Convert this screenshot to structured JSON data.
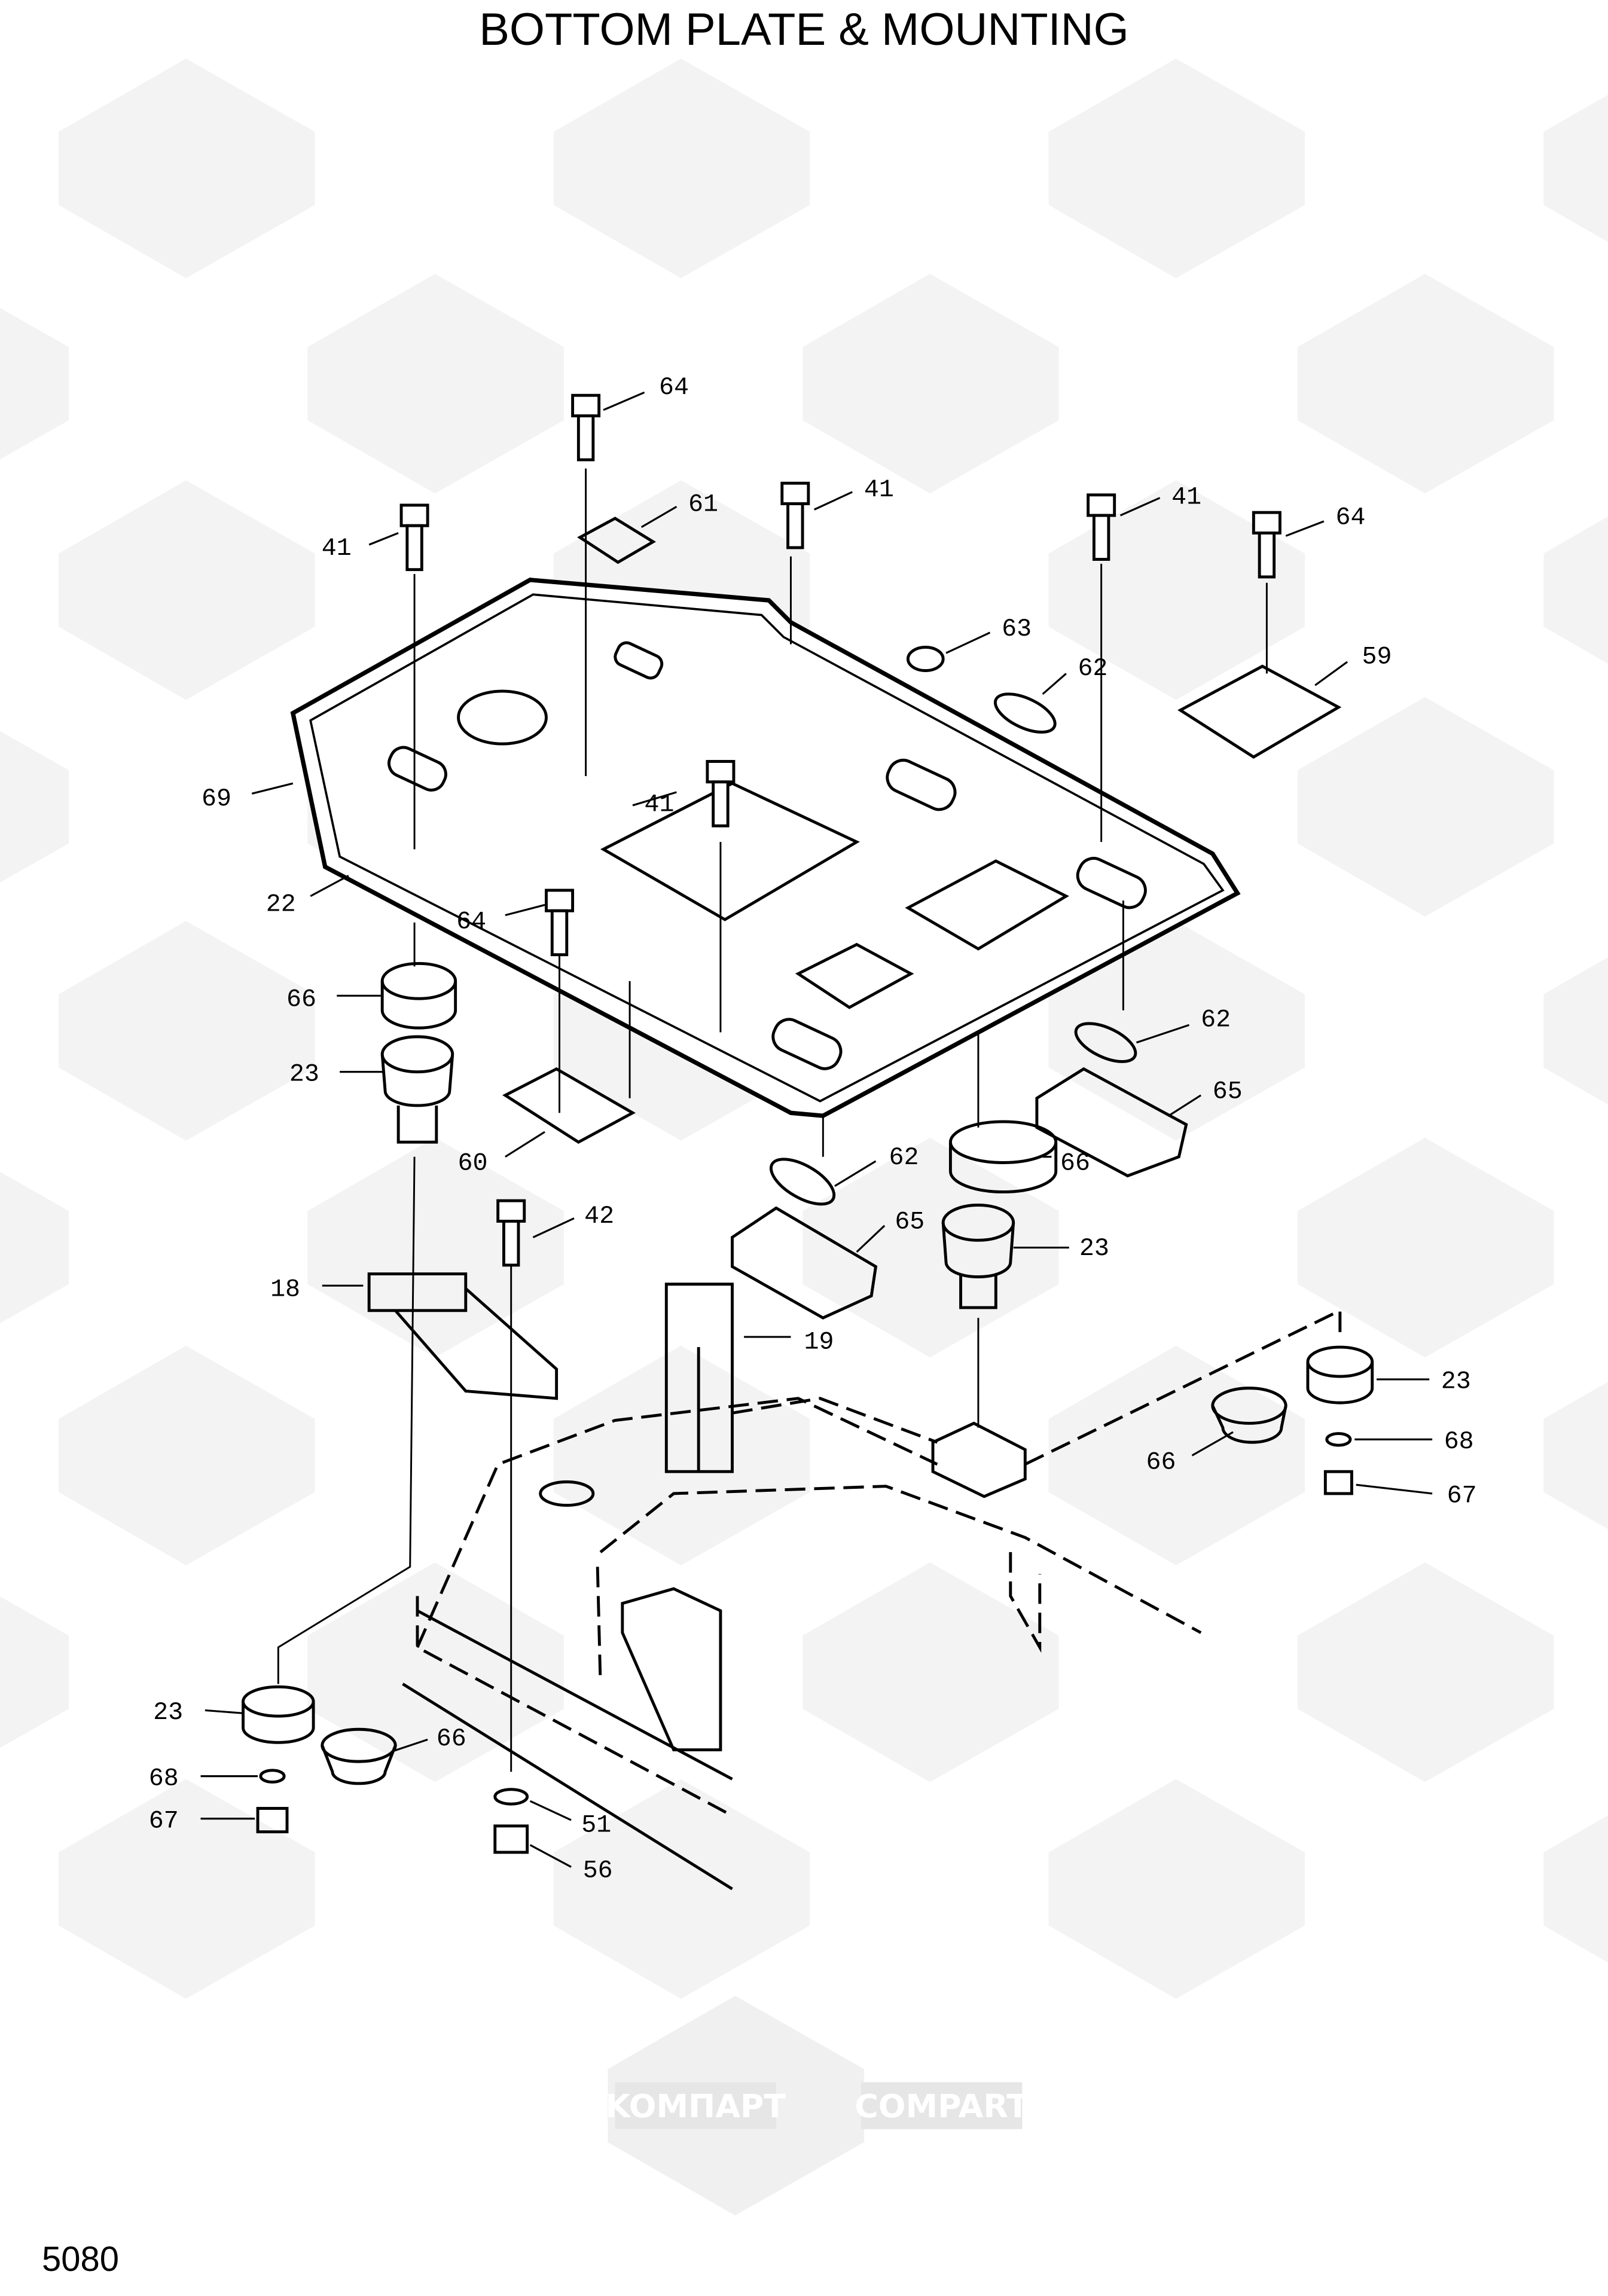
{
  "title": "BOTTOM PLATE & MOUNTING",
  "page_number": "5080",
  "watermark": {
    "left_text": "KOMПAPT",
    "right_text": "COMPART",
    "color": "#e6e6e6"
  },
  "part_labels": [
    "64",
    "61",
    "41",
    "41",
    "64",
    "41",
    "63",
    "62",
    "59",
    "69",
    "41",
    "22",
    "64",
    "66",
    "62",
    "23",
    "65",
    "66",
    "60",
    "62",
    "65",
    "23",
    "42",
    "18",
    "19",
    "23",
    "68",
    "66",
    "67",
    "23",
    "66",
    "68",
    "67",
    "51",
    "56"
  ]
}
